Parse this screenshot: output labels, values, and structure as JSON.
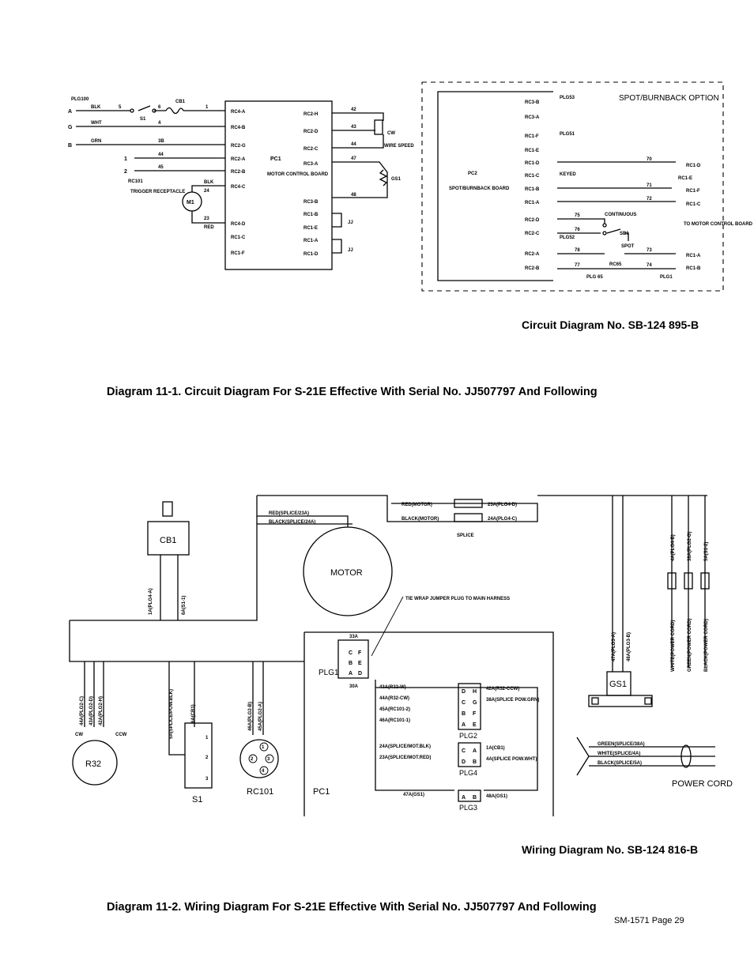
{
  "circuit": {
    "plug": "PLG100",
    "left_terminals": [
      "A",
      "G",
      "B"
    ],
    "left_wires": [
      "BLK",
      "WHT",
      "GRN"
    ],
    "left_nums": [
      "5",
      "6",
      "1",
      "4",
      "3B"
    ],
    "cb": "CB1",
    "s1": "S1",
    "rc101": "RC101",
    "rc101_pins": [
      "1",
      "2"
    ],
    "rc101_wires": [
      "44",
      "45"
    ],
    "trigger": "TRIGGER RECEPTACLE",
    "motor": "M1",
    "motor_wires": [
      "BLK",
      "24",
      "23",
      "RED"
    ],
    "pc1_label": "PC1",
    "pc1_desc": "MOTOR CONTROL BOARD",
    "pc1_left_pins": [
      "RC4-A",
      "RC4-B",
      "RC2-G",
      "RC2-A",
      "RC2-B",
      "RC4-C",
      "RC4-D",
      "RC1-C",
      "RC1-F"
    ],
    "pc1_right_pins": [
      "RC2-H",
      "RC2-D",
      "RC2-C",
      "RC3-A",
      "RC3-B",
      "RC1-B",
      "RC1-E",
      "RC1-A",
      "RC1-D"
    ],
    "pc1_right_wires": [
      "42",
      "43",
      "44",
      "47",
      "48"
    ],
    "jumpers": [
      "JJ",
      "JJ"
    ],
    "wire_speed": "WIRE SPEED",
    "cw": "CW",
    "gs1": "GS1",
    "spot_title": "SPOT/BURNBACK OPTION",
    "pc2_label": "PC2",
    "pc2_desc": "SPOT/BURNBACK BOARD",
    "pc2_pins": [
      "RC3-B",
      "RC3-A",
      "RC1-F",
      "RC1-E",
      "RC1-D",
      "RC1-C",
      "RC1-B",
      "RC1-A",
      "RC2-D",
      "RC2-C",
      "RC2-A",
      "RC2-B"
    ],
    "plg53": "PLG53",
    "plg51": "PLG51",
    "plg52": "PLG52",
    "keyed": "KEYED",
    "continuous": "CONTINUOUS",
    "spot": "SPOT",
    "sb1": "SB1",
    "to_motor": "TO MOTOR CONTROL BOARD",
    "spot_wires": [
      "70",
      "71",
      "72",
      "75",
      "76",
      "78",
      "73",
      "77",
      "74"
    ],
    "right_pins": [
      "RC1-D",
      "RC1-E",
      "RC1-F",
      "RC1-C",
      "RC1-A",
      "RC1-B"
    ],
    "rc65": "RC65",
    "plg65": "PLG 65",
    "plg1": "PLG1",
    "diagram_no": "Circuit Diagram No. SB-124 895-B"
  },
  "caption1": "Diagram 11-1. Circuit Diagram For S-21E Effective With Serial No. JJ507797 And Following",
  "wiring": {
    "cb1": "CB1",
    "cb1_wires": [
      "1A(PLG4-A)",
      "6A(S1-1)"
    ],
    "motor": "MOTOR",
    "motor_wires": [
      "RED(SPLICE/23A)",
      "BLACK(SPLICE/24A)"
    ],
    "splice_left": [
      "RED(MOTOR)",
      "BLACK(MOTOR)"
    ],
    "splice_right": [
      "23A(PLG4-D)",
      "24A(PLG4-C)"
    ],
    "splice": "SPLICE",
    "tie_wrap": "TIE WRAP JUMPER PLUG TO MAIN HARNESS",
    "plg1": "PLG1",
    "plg1_top": "33A",
    "plg1_bottom": "30A",
    "plg1_pins": [
      "C",
      "F",
      "B",
      "E",
      "A",
      "D"
    ],
    "plg2_left": [
      "43A(R32-W)",
      "44A(R32-CW)",
      "45A(RC101-2)",
      "46A(RC101-1)"
    ],
    "plg2_right": [
      "42A(R32-CCW)",
      "38A(SPLICE POW.GRN)"
    ],
    "plg2_pins": [
      "D",
      "H",
      "C",
      "G",
      "B",
      "F",
      "A",
      "E"
    ],
    "plg2": "PLG2",
    "plg4_left": [
      "24A(SPLICE/MOT.BLK)",
      "23A(SPLICE/MOT.RED)"
    ],
    "plg4_right": [
      "1A(CB1)",
      "4A(SPLICE POW.WHT)"
    ],
    "plg4_pins": [
      "C",
      "A",
      "D",
      "B"
    ],
    "plg4": "PLG4",
    "plg3_left": "47A(GS1)",
    "plg3_right": "48A(GS1)",
    "plg3_pins": [
      "A",
      "B"
    ],
    "plg3": "PLG3",
    "pc1": "PC1",
    "r32": "R32",
    "r32_wires": [
      "44A(PLG2-C)",
      "43A(PLG2-D)",
      "42A(PLG2-H)"
    ],
    "r32_cw": "CW",
    "r32_ccw": "CCW",
    "s1": "S1",
    "s1_wires": [
      "5A(SPLICE/POW.BLK)",
      "6A(CB1)"
    ],
    "s1_pins": [
      "1",
      "2",
      "3"
    ],
    "rc101": "RC101",
    "rc101_wires": [
      "46A(PLG2-B)",
      "45A(PLG2-A)"
    ],
    "rc101_pins": [
      "1",
      "2",
      "3",
      "4"
    ],
    "gs1": "GS1",
    "gs1_wires": [
      "47A(PLG3-A)",
      "48A(PLG3-B)"
    ],
    "top_right_wires": [
      "4A(PLG4-B)",
      "38A(PLG2-G)",
      "5A(S1-2)"
    ],
    "power_wires_v": [
      "WHITE(POWER CORD)",
      "GREEN(POWER CORD)",
      "BLACK(POWER CORD)"
    ],
    "power_wires_h": [
      "GREEN(SPLICE/38A)",
      "WHITE(SPLICE/4A)",
      "BLACK(SPLICE/5A)"
    ],
    "power_cord": "POWER CORD",
    "diagram_no": "Wiring Diagram No. SB-124 816-B"
  },
  "caption2": "Diagram 11-2. Wiring Diagram For S-21E Effective With Serial No. JJ507797 And Following",
  "footer": "SM-1571 Page 29"
}
